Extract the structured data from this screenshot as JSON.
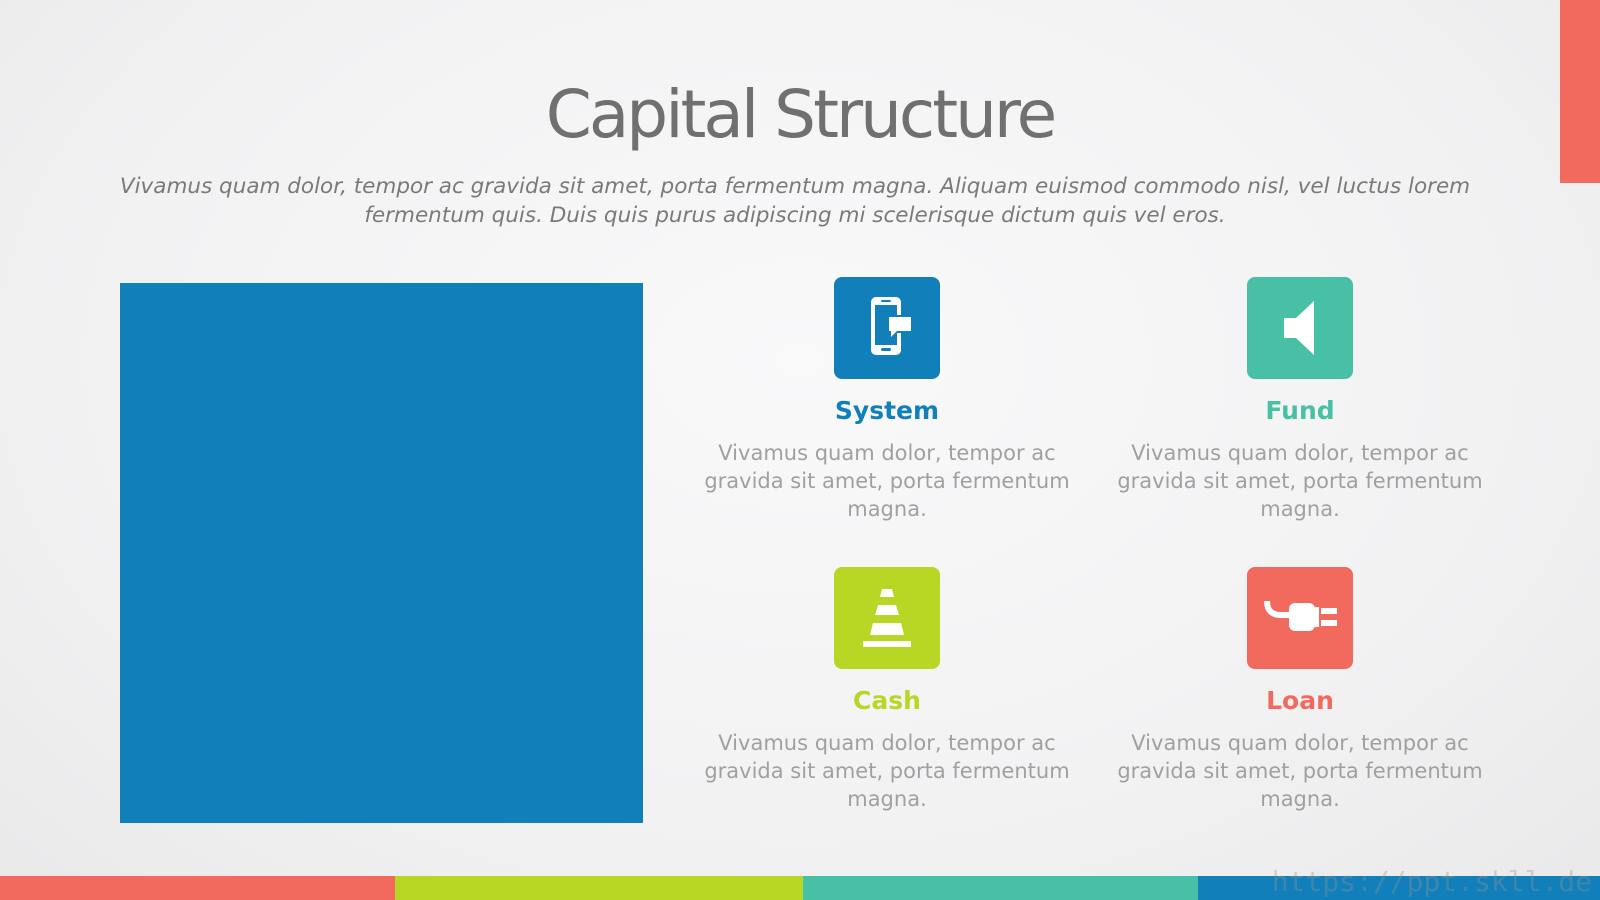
{
  "title": "Capital Structure",
  "subtitle": "Vivamus quam dolor, tempor ac gravida sit amet, porta fermentum magna. Aliquam euismod commodo nisl, vel luctus lorem fermentum quis. Duis quis purus adipiscing mi scelerisque dictum quis vel eros.",
  "colors": {
    "blue": "#117fb9",
    "teal": "#47c0a5",
    "lime": "#b8d624",
    "coral": "#f26a5e"
  },
  "features": [
    {
      "heading": "System",
      "desc": "Vivamus quam dolor, tempor ac gravida sit amet, porta fermentum magna.",
      "icon": "smartphone-chat-icon",
      "color": "#117fb9"
    },
    {
      "heading": "Fund",
      "desc": "Vivamus quam dolor, tempor ac gravida sit amet, porta fermentum magna.",
      "icon": "speaker-icon",
      "color": "#47c0a5"
    },
    {
      "heading": "Cash",
      "desc": "Vivamus quam dolor, tempor ac gravida sit amet, porta fermentum magna.",
      "icon": "traffic-cone-icon",
      "color": "#b8d624"
    },
    {
      "heading": "Loan",
      "desc": "Vivamus quam dolor, tempor ac gravida sit amet, porta fermentum magna.",
      "icon": "power-plug-icon",
      "color": "#f26a5e"
    }
  ],
  "watermark": "https://ppt.skll.de"
}
